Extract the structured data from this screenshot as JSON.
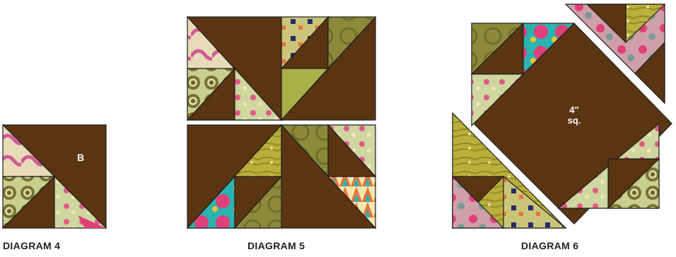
{
  "colors": {
    "brown": "#5b3512",
    "olive": "#8c8a3a",
    "lime": "#a9b048",
    "cream": "#e8dcb6",
    "pink": "#e0407a",
    "teal": "#2bb3b0",
    "orange": "#e8743a",
    "mustard": "#b8a83a",
    "sage": "#cfd6a0",
    "outline": "#1e1e1e"
  },
  "diagram4": {
    "caption": "DIAGRAM 4",
    "label": "B"
  },
  "diagram5": {
    "caption": "DIAGRAM 5"
  },
  "diagram6": {
    "caption": "DIAGRAM 6",
    "center_label_line1": "4\"",
    "center_label_line2": "sq."
  }
}
